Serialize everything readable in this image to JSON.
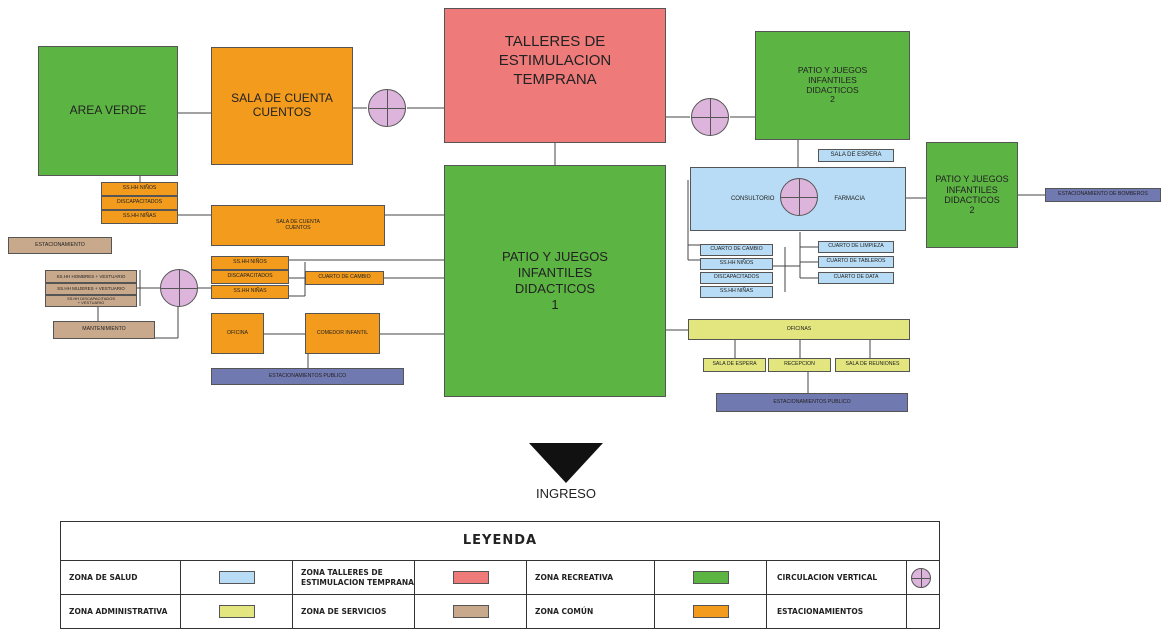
{
  "colors": {
    "salud": "#b8dcf5",
    "talleres": "#ee7a7a",
    "recreativa": "#5cb443",
    "administrativa": "#e3e57e",
    "servicios": "#c9a98c",
    "comun": "#f29b1d",
    "estacionamientos": "#7179b1",
    "circulacion": "#dcb4dc"
  },
  "nodes": {
    "area_verde": "AREA VERDE",
    "sala_cuenta_cuentos": "SALA DE CUENTA\nCUENTOS",
    "talleres": "TALLERES DE\nESTIMULACION\nTEMPRANA",
    "patio_2_top": "PATIO Y JUEGOS\nINFANTILES\nDIDACTICOS\n2",
    "sala_espera_salud": "SALA DE ESPERA",
    "consultorio": "CONSULTORIO",
    "farmacia": "FARMACIA",
    "patio_2_right": "PATIO Y JUEGOS\nINFANTILES\nDIDACTICOS\n2",
    "estacionamiento_bomberos": "ESTACIONAMIENTO DE BOMBEROS",
    "sshh_ninos": "SS.HH NIÑOS",
    "discapacitados": "DISCAPACITADOS",
    "sshh_ninas": "SS.HH NIÑAS",
    "sala_cuenta_cuentos_small": "SALA DE CUENTA\nCUENTOS",
    "estacionamiento": "ESTACIONAMIENTO",
    "sshh_hombres_vestuario": "SS.HH HOMBRES + VESTUARIO",
    "sshh_mujeres_vestuario": "SS.HH MUJERES + VESTUARIO",
    "sshh_discapacitados_vestuario": "SS.HH DISCAPACITADOS\n+ VESTUARIO",
    "mantenimiento": "MANTENIMIENTO",
    "sshh_ninos_2": "SS.HH NIÑOS",
    "discapacitados_2": "DISCAPACITADOS",
    "sshh_ninas_2": "SS.HH NIÑAS",
    "cuarto_cambio_orange": "CUARTO DE CAMBIO",
    "oficina": "OFICINA",
    "comedor_infantil": "COMEDOR INFANTIL",
    "estacionamientos_publico_left": "ESTACIONAMIENTOS PUBLICO",
    "patio_1": "PATIO Y JUEGOS\nINFANTILES\nDIDACTICOS\n1",
    "cuarto_cambio_blue": "CUARTO DE CAMBIO",
    "sshh_ninos_blue": "SS.HH NIÑOS",
    "discapacitados_blue": "DISCAPACITADOS",
    "sshh_ninas_blue": "SS.HH NIÑAS",
    "cuarto_limpieza": "CUARTO DE LIMPIEZA",
    "cuarto_tableros": "CUARTO DE TABLEROS",
    "cuarto_data": "CUARTO DE DATA",
    "oficinas": "OFICINAS",
    "sala_espera_admin": "SALA DE ESPERA",
    "recepcion": "RECEPCION",
    "sala_reuniones": "SALA DE REUNIONES",
    "estacionamientos_publico_right": "ESTACIONAMIENTOS PUBLICO"
  },
  "entrance_label": "INGRESO",
  "legend": {
    "title": "LEYENDA",
    "rows": [
      [
        {
          "label": "ZONA DE SALUD",
          "color": "#b8dcf5"
        },
        {
          "label": "ZONA TALLERES DE\nESTIMULACION TEMPRANA",
          "color": "#ee7a7a"
        },
        {
          "label": "ZONA RECREATIVA",
          "color": "#5cb443"
        },
        {
          "label": "CIRCULACION VERTICAL",
          "icon": "circulation-icon"
        }
      ],
      [
        {
          "label": "ZONA ADMINISTRATIVA",
          "color": "#e3e57e"
        },
        {
          "label": "ZONA DE SERVICIOS",
          "color": "#c9a98c"
        },
        {
          "label": "ZONA COMÚN",
          "color": "#f29b1d"
        },
        {
          "label": "ESTACIONAMIENTOS",
          "color": "#7179b1"
        }
      ]
    ]
  }
}
